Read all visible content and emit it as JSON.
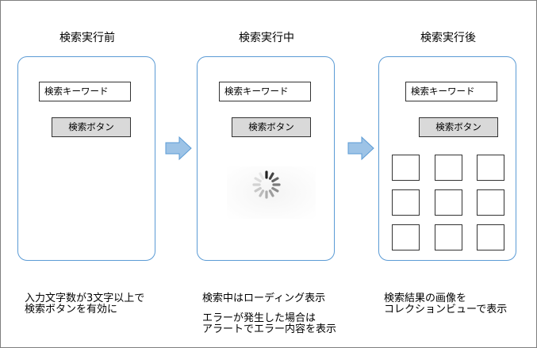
{
  "screens": [
    {
      "title": "検索実行前",
      "keyword_placeholder": "検索キーワード",
      "button_label": "検索ボタン"
    },
    {
      "title": "検索実行中",
      "keyword_placeholder": "検索キーワード",
      "button_label": "検索ボタン"
    },
    {
      "title": "検索実行後",
      "keyword_placeholder": "検索キーワード",
      "button_label": "検索ボタン"
    }
  ],
  "notes": {
    "before": [
      "入力文字数が3文字以上で",
      "検索ボタンを有効に"
    ],
    "during": [
      "検索中はローディング表示",
      "エラーが発生した場合は",
      "アラートでエラー内容を表示"
    ],
    "after": [
      "検索結果の画像を",
      "コレクションビューで表示"
    ]
  },
  "colors": {
    "phone_border": "#5b9bd5",
    "arrow_fill": "#9dc3e6",
    "arrow_stroke": "#5b9bd5",
    "button_fill": "#d9d9d9",
    "frame_border": "#7f7f7f"
  },
  "icons": {
    "flow_arrow": "right-arrow-icon",
    "loading": "loading-spinner-icon"
  }
}
